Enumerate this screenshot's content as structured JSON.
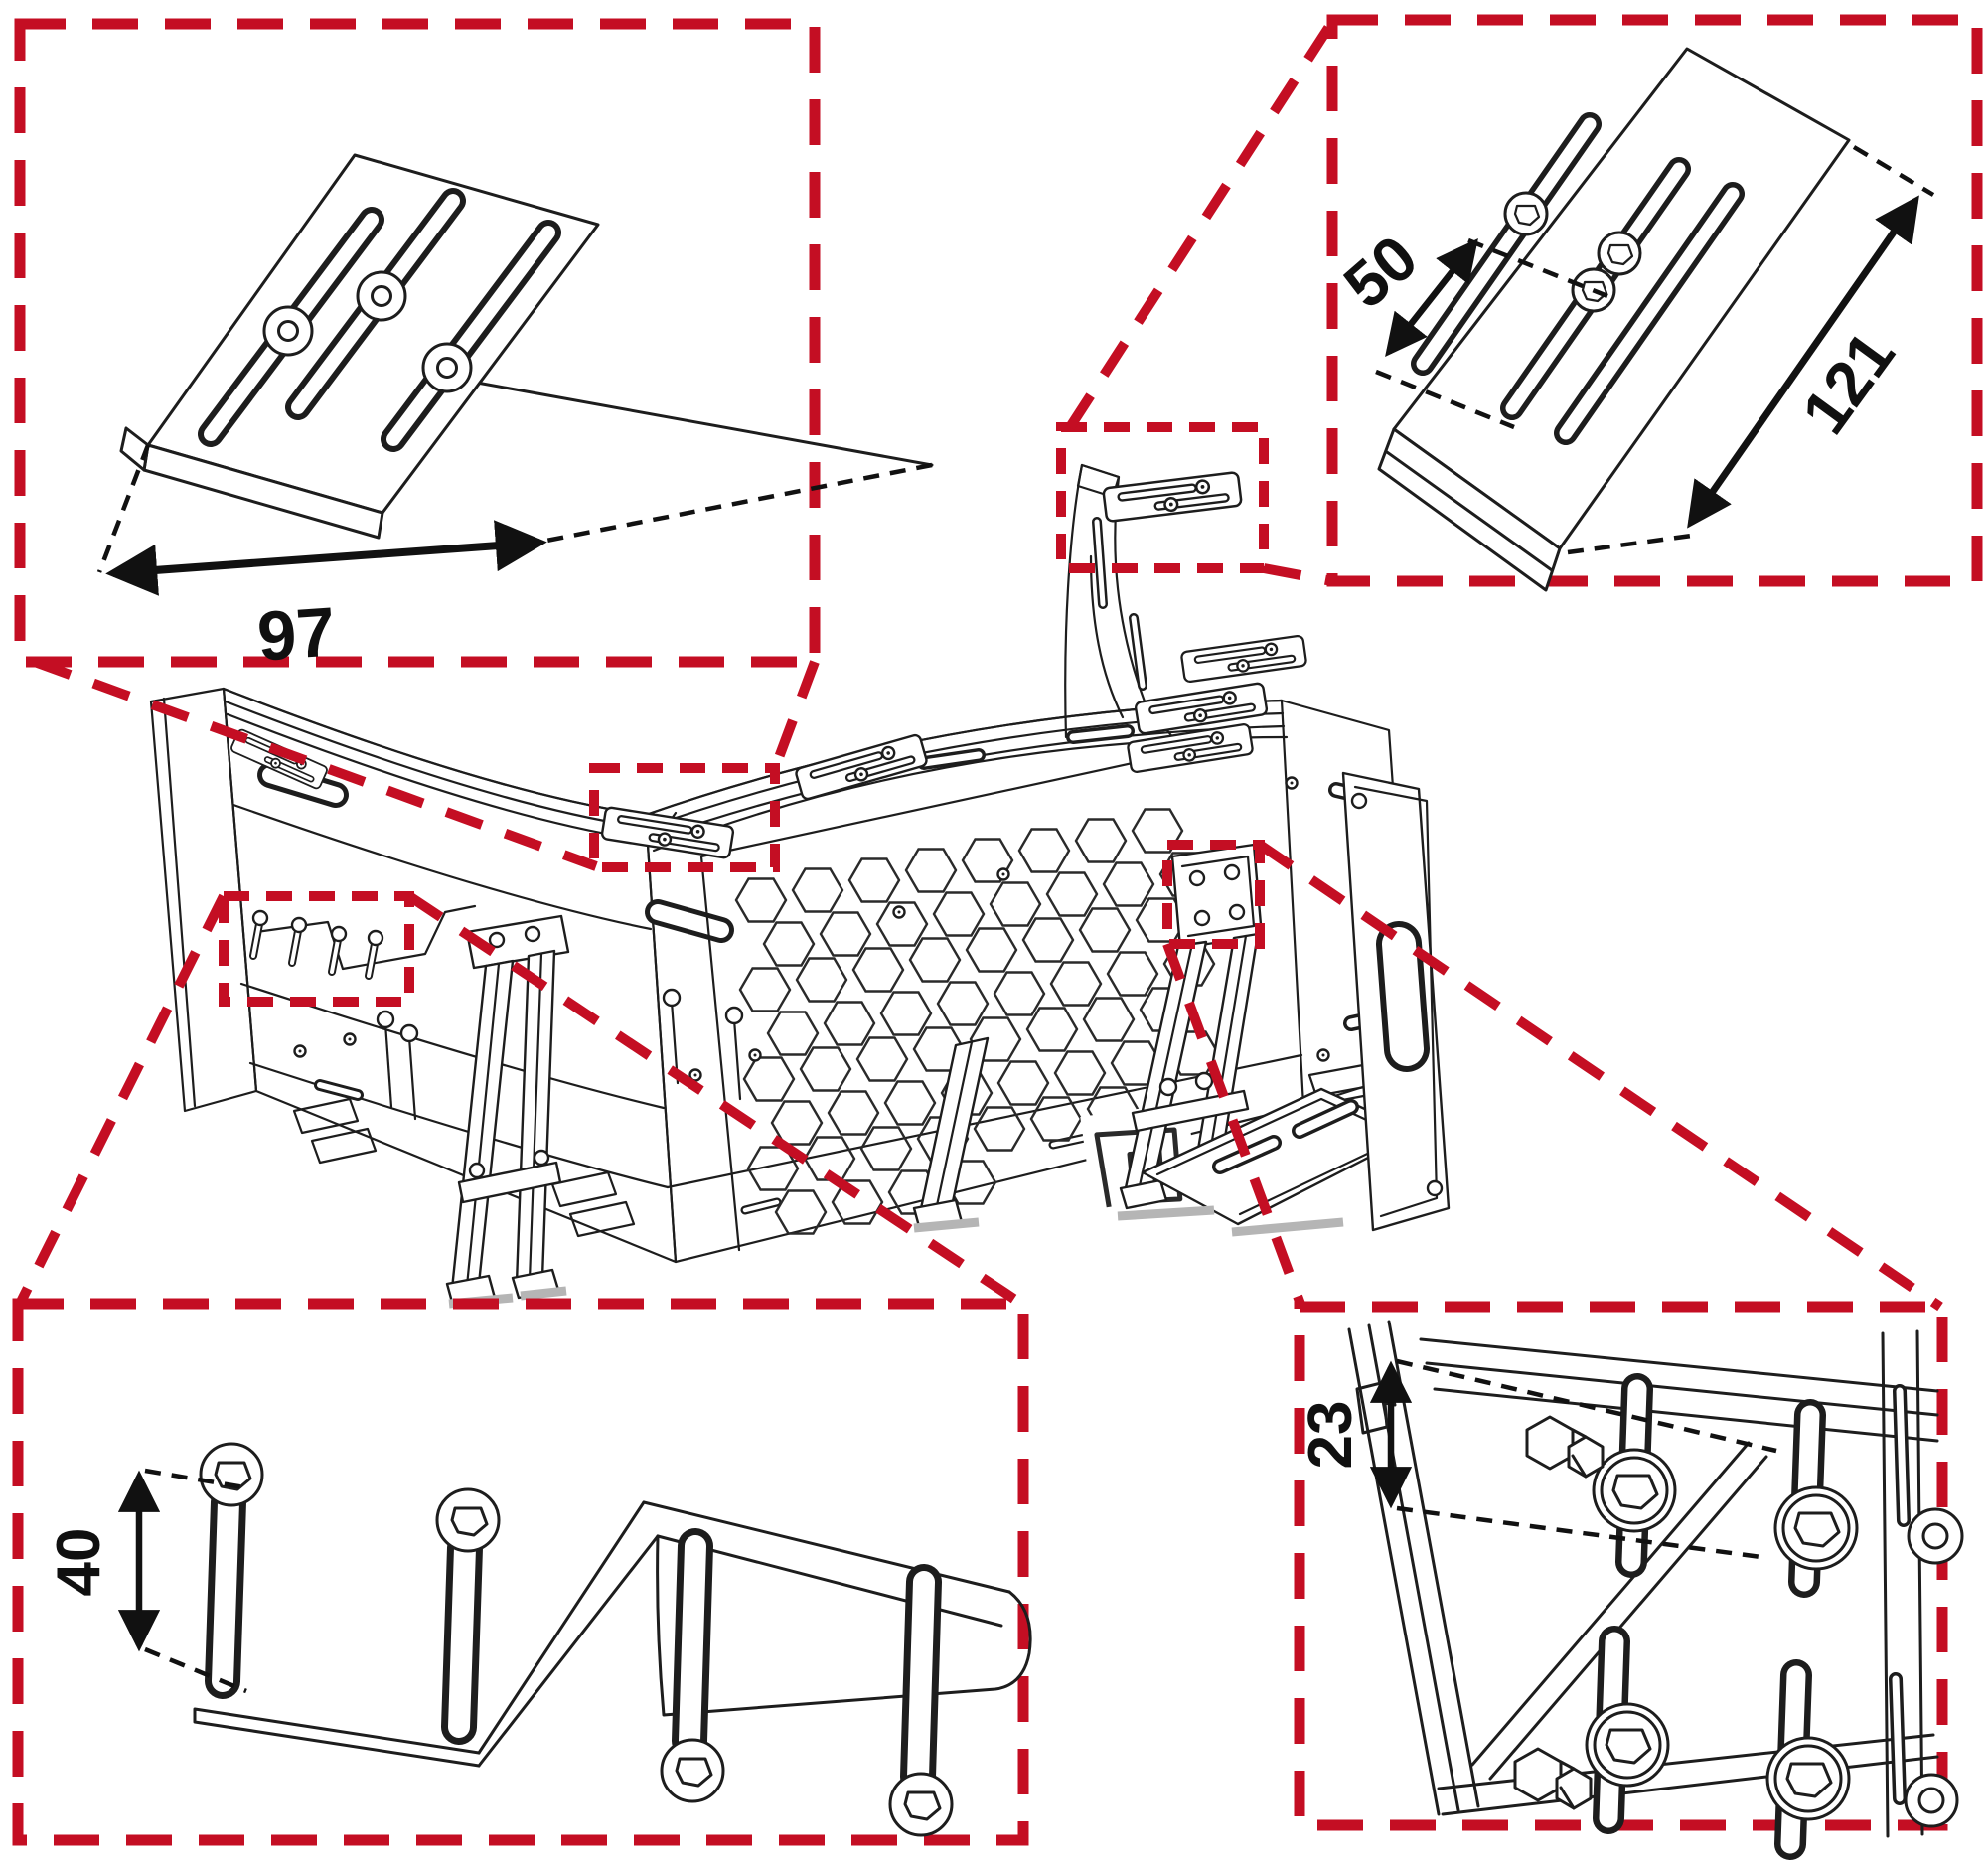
{
  "figure": {
    "background": "#ffffff",
    "accent_red": "#c40e23",
    "line_color": "#1d1d1d",
    "dimension_color": "#111111",
    "ground_shadow_color": "#b5b5b5",
    "callouts": {
      "top_left": {
        "length": "97"
      },
      "top_right": {
        "width": "50",
        "length": "121"
      },
      "bottom_left": {
        "slot_length": "40"
      },
      "bottom_right": {
        "slot_offset": "23"
      }
    }
  }
}
